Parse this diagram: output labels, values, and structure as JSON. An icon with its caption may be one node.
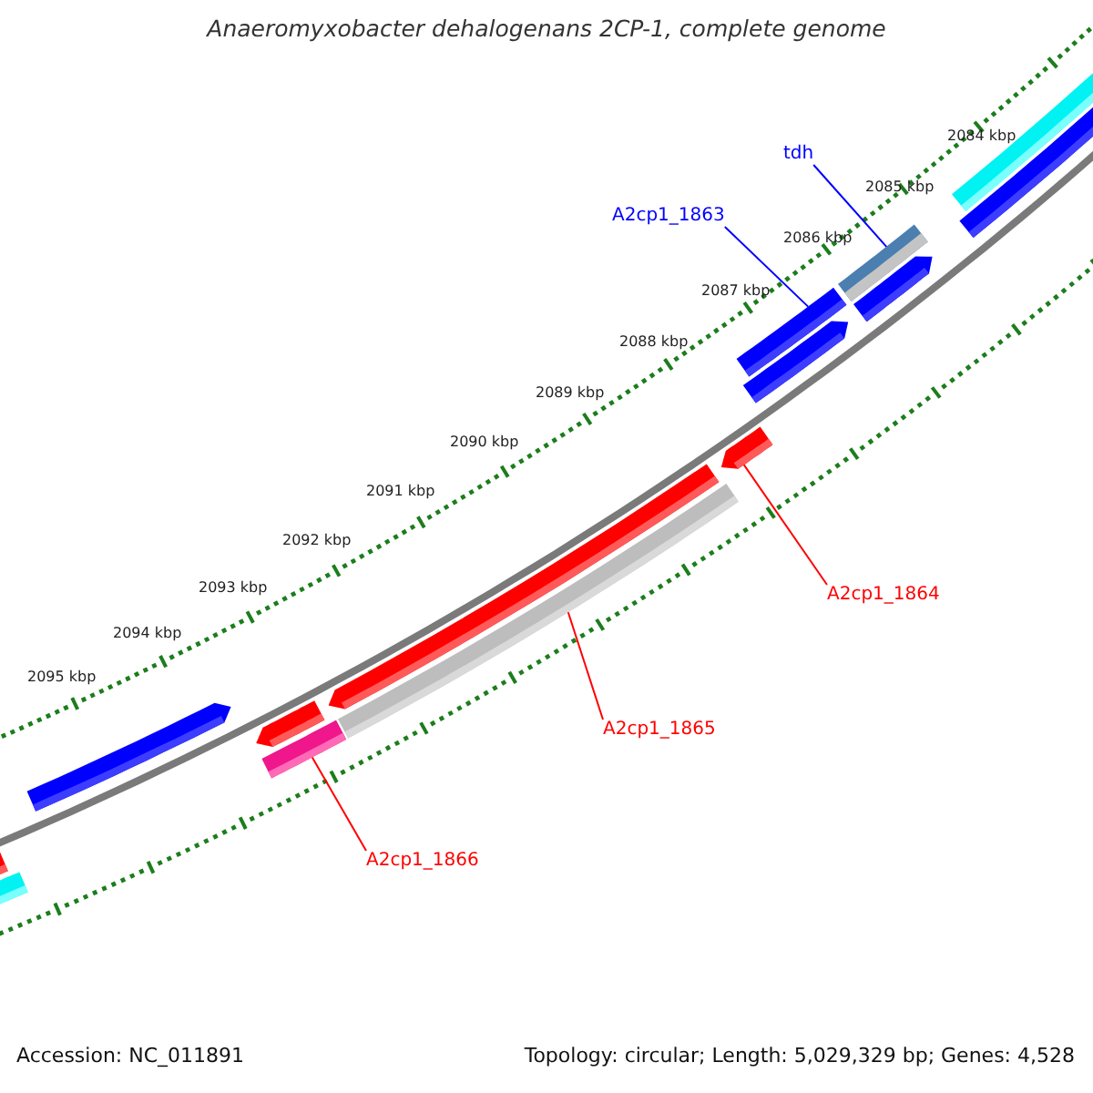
{
  "diagram": {
    "title": "Anaeromyxobacter dehalogenans 2CP-1, complete genome",
    "nodes": [
      {
        "text": [
          "tdh"
        ]
      },
      {
        "text": [
          "A2cp1_1863"
        ]
      },
      {
        "text": [
          "A2cp1_1864"
        ]
      },
      {
        "text": [
          "A2cp1_1865"
        ]
      },
      {
        "text": [
          "A2cp1_1866"
        ]
      },
      {
        "text": [],
        "shape": "bar"
      },
      {
        "text": [],
        "shape": "bar"
      },
      {
        "text": [],
        "shape": "bar"
      },
      {
        "text": [],
        "shape": "bar"
      },
      {
        "text": [],
        "shape": "bar"
      }
    ],
    "edges": [
      {
        "from": 0,
        "to": 9,
        "arrow": "none",
        "color": "#0000ff"
      },
      {
        "from": 1,
        "to": 8,
        "arrow": "none",
        "color": "#0000ff"
      },
      {
        "from": 2,
        "to": 7,
        "arrow": "none",
        "color": "#ff0000"
      },
      {
        "from": 3,
        "to": 6,
        "arrow": "none",
        "color": "#ff0000"
      },
      {
        "from": 4,
        "to": 5,
        "arrow": "none",
        "color": "#ff0000"
      }
    ],
    "labels": [
      "2084 kbp",
      "2085 kbp",
      "2086 kbp",
      "2087 kbp",
      "2088 kbp",
      "2089 kbp",
      "2090 kbp",
      "2091 kbp",
      "2092 kbp",
      "2093 kbp",
      "2094 kbp",
      "2095 kbp",
      "Accession: NC_011891",
      "Topology: circular; Length: 5,029,329 bp; Genes: 4,528"
    ]
  }
}
